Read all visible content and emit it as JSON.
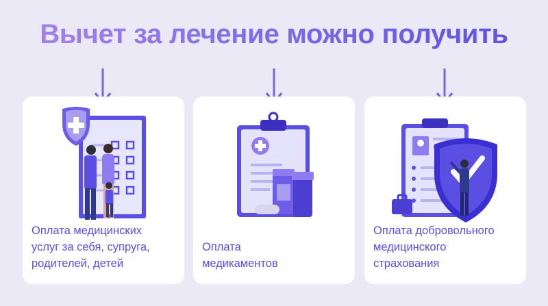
{
  "title": "Вычет за лечение можно получить",
  "colors": {
    "accent": "#5b4ee2",
    "arrow": "#7a62e3",
    "background": "#ece9f6",
    "card": "#ffffff"
  },
  "cards": [
    {
      "caption": "Оплата медицинских\nуслуг за себя, супруга,\nродителей, детей",
      "icon": "family-document-shield-icon"
    },
    {
      "caption": "Оплата\nмедикаментов",
      "icon": "clipboard-medicine-bottles-icon"
    },
    {
      "caption": "Оплата добровольного\nмедицинского\nстрахования",
      "icon": "clipboard-shield-insurance-icon"
    }
  ]
}
